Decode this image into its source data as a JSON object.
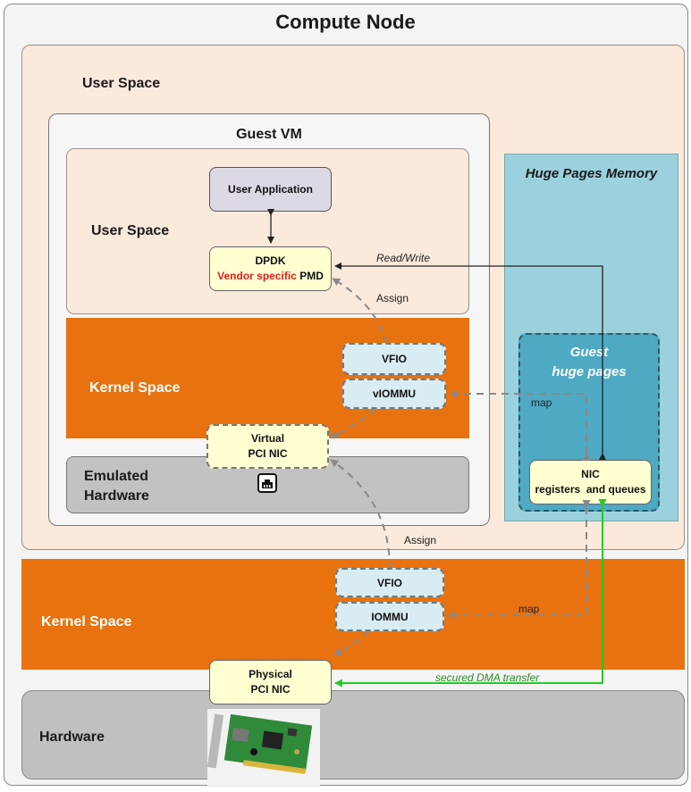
{
  "title": "Compute Node",
  "host_user_space": {
    "label": "User Space"
  },
  "guest_vm": {
    "label": "Guest VM",
    "user_space": {
      "label": "User Space"
    },
    "user_application": "User Application",
    "dpdk": {
      "line1": "DPDK",
      "vendor": "Vendor specific",
      "pmd": "PMD"
    },
    "kernel_space": {
      "label": "Kernel Space"
    },
    "vfio": "VFIO",
    "viommu": "vIOMMU",
    "virtual_nic": {
      "line1": "Virtual",
      "line2": "PCI NIC"
    },
    "emulated_hardware": {
      "line1": "Emulated",
      "line2": "Hardware"
    }
  },
  "huge_pages": {
    "label": "Huge Pages Memory",
    "guest_huge_pages": {
      "line1": "Guest",
      "line2": "huge pages"
    },
    "nic_registers": {
      "line1": "NIC",
      "line2": "registers  and queues"
    }
  },
  "host_kernel": {
    "label": "Kernel Space",
    "vfio": "VFIO",
    "iommu": "IOMMU"
  },
  "hardware": {
    "label": "Hardware",
    "physical_nic": {
      "line1": "Physical",
      "line2": "PCI NIC"
    }
  },
  "edges": {
    "read_write": "Read/Write",
    "assign_guest": "Assign",
    "map_guest": "map",
    "assign_host": "Assign",
    "map_host": "map",
    "dma": "secured DMA transfer"
  },
  "colors": {
    "kernel": "#e8720f",
    "huge_pages": "#9bd1dc",
    "guest_huge_pages": "#4ea9c3",
    "dma_arrow": "#22cc22",
    "vendor_text": "#e0201c"
  }
}
